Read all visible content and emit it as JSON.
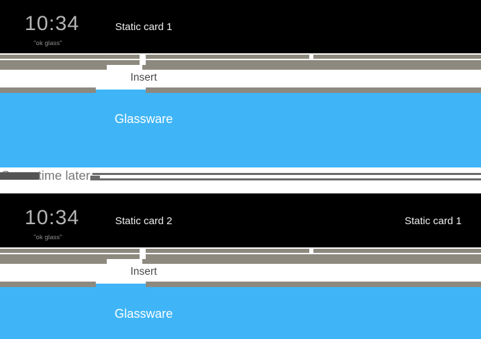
{
  "s1": {
    "time": "10:34",
    "hint": "\"ok glass\"",
    "card1": "Static card 1",
    "insert": "Insert",
    "glassware": "Glassware"
  },
  "sep": {
    "label": "Some time later"
  },
  "s2": {
    "time": "10:34",
    "hint": "\"ok glass\"",
    "card1": "Static card 2",
    "card2": "Static card 1",
    "insert": "Insert",
    "glassware": "Glassware"
  },
  "colors": {
    "glassware_blue": "#3fb5f7",
    "timeline_gray": "#8d897f",
    "card_black": "#000000",
    "clock_text": "#b5b5b5"
  }
}
